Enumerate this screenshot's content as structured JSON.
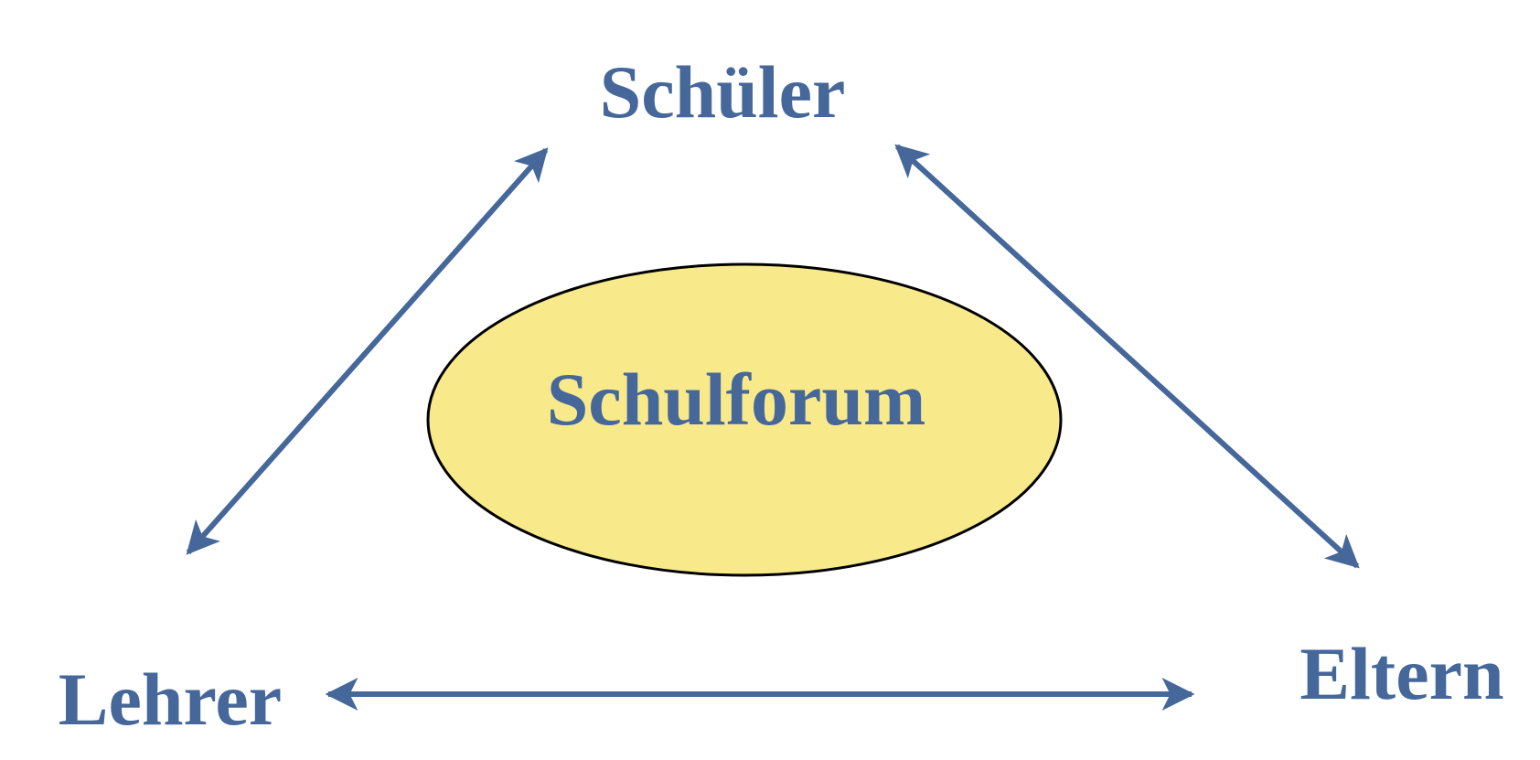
{
  "nodes": {
    "top": "Schüler",
    "left": "Lehrer",
    "right": "Eltern",
    "center": "Schulforum"
  },
  "colors": {
    "text": "#45679A",
    "arrow": "#45679A",
    "ellipse_fill": "#F8EA8B",
    "ellipse_stroke": "#000000"
  }
}
